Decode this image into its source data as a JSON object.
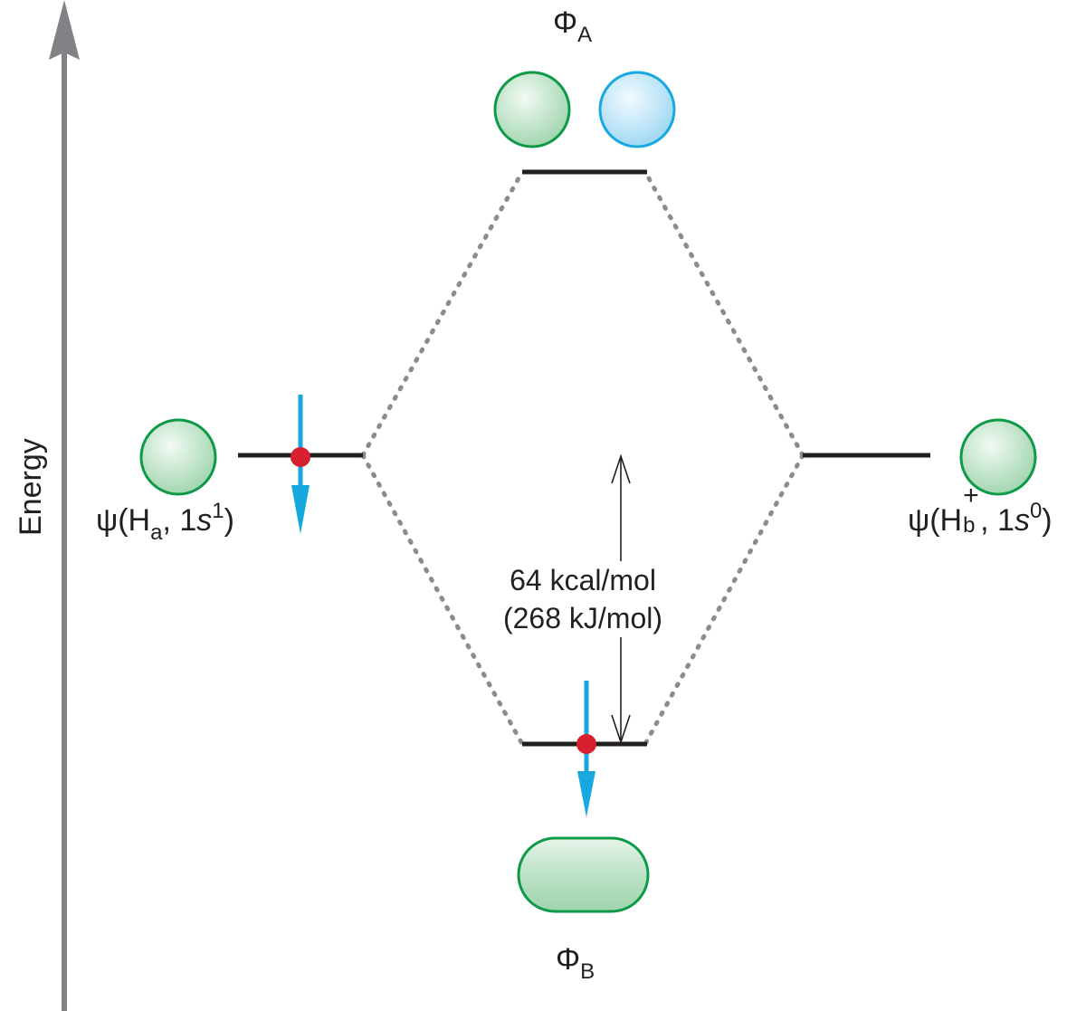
{
  "axis": {
    "label": "Energy",
    "color": "#808285"
  },
  "orbitals": {
    "antibonding": {
      "phi": "Φ",
      "sub": "A"
    },
    "bonding": {
      "phi": "Φ",
      "sub": "B"
    },
    "left_atom": {
      "psi": "ψ(H",
      "sub": "a",
      "sep": ", 1",
      "s": "s",
      "sup": "1",
      "close": ")"
    },
    "right_atom": {
      "psi": "ψ(H",
      "sup_plus": "+",
      "sub": "b",
      "sep": ", 1",
      "s": "s",
      "sup": "0",
      "close": ")"
    }
  },
  "energy_gap": {
    "line1": "64 kcal/mol",
    "line2": "(268 kJ/mol)"
  },
  "colors": {
    "green_fill": "#b7dfc1",
    "green_stroke": "#0f9a48",
    "blue_fill": "#b6e3f6",
    "blue_stroke": "#17a8e0",
    "electron": "#d71f30",
    "spin_arrow": "#17a8e0",
    "level": "#231f20",
    "dotted": "#8c8c8c"
  }
}
